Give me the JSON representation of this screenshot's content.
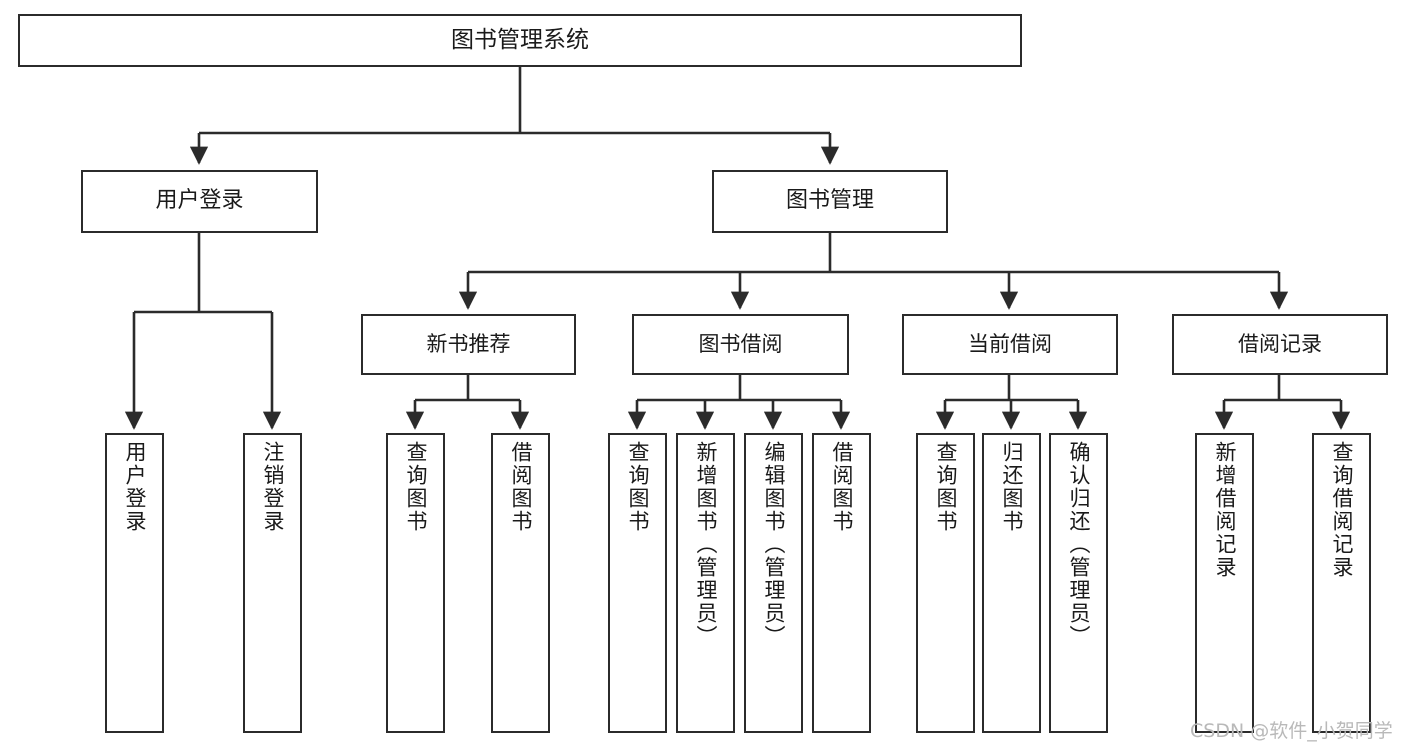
{
  "diagram": {
    "title": "图书管理系统",
    "watermark": "CSDN @软件_小贺同学",
    "stroke_color": "#2b2b2b",
    "background_color": "#ffffff",
    "nodes": {
      "root": {
        "label": "图书管理系统",
        "level": 1
      },
      "user_login": {
        "label": "用户登录",
        "level": 2
      },
      "book_manage": {
        "label": "图书管理",
        "level": 2
      },
      "new_book_rec": {
        "label": "新书推荐",
        "level": 3
      },
      "book_borrow": {
        "label": "图书借阅",
        "level": 3
      },
      "current_borrow": {
        "label": "当前借阅",
        "level": 3
      },
      "borrow_record": {
        "label": "借阅记录",
        "level": 3
      },
      "leaf_user_login": {
        "label": "用户登录",
        "level": 4
      },
      "leaf_logout": {
        "label": "注销登录",
        "level": 4
      },
      "leaf_query_book_a": {
        "label": "查询图书",
        "level": 4
      },
      "leaf_borrow_book_a": {
        "label": "借阅图书",
        "level": 4
      },
      "leaf_query_book_b": {
        "label": "查询图书",
        "level": 4
      },
      "leaf_add_book": {
        "label": "新增图书（管理员）",
        "level": 4
      },
      "leaf_edit_book": {
        "label": "编辑图书（管理员）",
        "level": 4
      },
      "leaf_borrow_book_b": {
        "label": "借阅图书",
        "level": 4
      },
      "leaf_query_book_c": {
        "label": "查询图书",
        "level": 4
      },
      "leaf_return_book": {
        "label": "归还图书",
        "level": 4
      },
      "leaf_confirm_return": {
        "label": "确认归还（管理员）",
        "level": 4
      },
      "leaf_add_record": {
        "label": "新增借阅记录",
        "level": 4
      },
      "leaf_query_record": {
        "label": "查询借阅记录",
        "level": 4
      }
    },
    "hierarchy": [
      {
        "label": "图书管理系统",
        "children": [
          {
            "label": "用户登录",
            "children": [
              {
                "label": "用户登录"
              },
              {
                "label": "注销登录"
              }
            ]
          },
          {
            "label": "图书管理",
            "children": [
              {
                "label": "新书推荐",
                "children": [
                  {
                    "label": "查询图书"
                  },
                  {
                    "label": "借阅图书"
                  }
                ]
              },
              {
                "label": "图书借阅",
                "children": [
                  {
                    "label": "查询图书"
                  },
                  {
                    "label": "新增图书（管理员）"
                  },
                  {
                    "label": "编辑图书（管理员）"
                  },
                  {
                    "label": "借阅图书"
                  }
                ]
              },
              {
                "label": "当前借阅",
                "children": [
                  {
                    "label": "查询图书"
                  },
                  {
                    "label": "归还图书"
                  },
                  {
                    "label": "确认归还（管理员）"
                  }
                ]
              },
              {
                "label": "借阅记录",
                "children": [
                  {
                    "label": "新增借阅记录"
                  },
                  {
                    "label": "查询借阅记录"
                  }
                ]
              }
            ]
          }
        ]
      }
    ]
  }
}
